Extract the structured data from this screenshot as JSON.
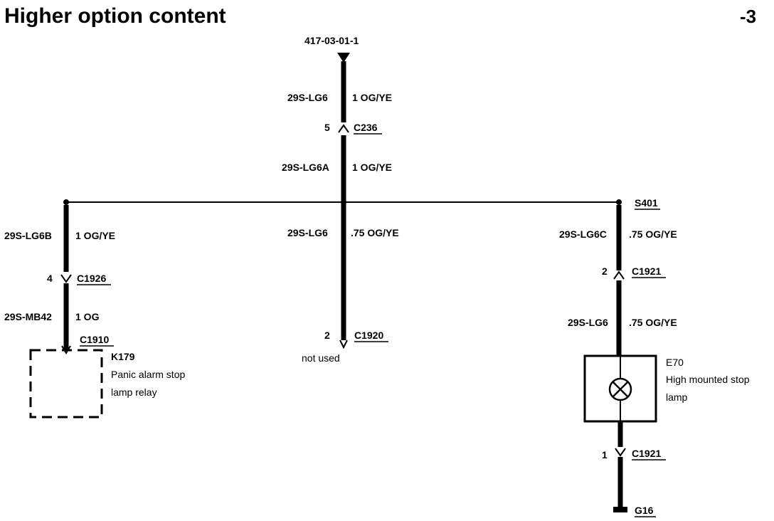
{
  "header": {
    "title": "Higher option content",
    "page_ref": "-3"
  },
  "top_ref": "417-03-01-1",
  "center_wire": {
    "seg1": {
      "circuit": "29S-LG6",
      "gauge_color": "1 OG/YE"
    },
    "connector_c236": {
      "pin": "5",
      "id": "C236"
    },
    "seg2": {
      "circuit": "29S-LG6A",
      "gauge_color": "1 OG/YE"
    },
    "seg3": {
      "circuit": "29S-LG6",
      "gauge_color": ".75 OG/YE"
    },
    "connector_c1920": {
      "pin": "2",
      "id": "C1920",
      "note": "not used"
    }
  },
  "left_branch": {
    "seg1": {
      "circuit": "29S-LG6B",
      "gauge_color": "1 OG/YE"
    },
    "connector_c1926": {
      "pin": "4",
      "id": "C1926"
    },
    "seg2": {
      "circuit": "29S-MB42",
      "gauge_color": "1 OG"
    },
    "connector_c1910": {
      "id": "C1910"
    },
    "component": {
      "id": "K179",
      "line1": "Panic alarm stop",
      "line2": "lamp relay"
    }
  },
  "right_branch": {
    "splice": {
      "id": "S401"
    },
    "seg1": {
      "circuit": "29S-LG6C",
      "gauge_color": ".75 OG/YE"
    },
    "connector_c1921_top": {
      "pin": "2",
      "id": "C1921"
    },
    "seg2": {
      "circuit": "29S-LG6",
      "gauge_color": ".75 OG/YE"
    },
    "component": {
      "id": "E70",
      "line1": "High mounted stop",
      "line2": "lamp"
    },
    "connector_c1921_bottom": {
      "pin": "1",
      "id": "C1921"
    },
    "ground": {
      "id": "G16"
    }
  }
}
